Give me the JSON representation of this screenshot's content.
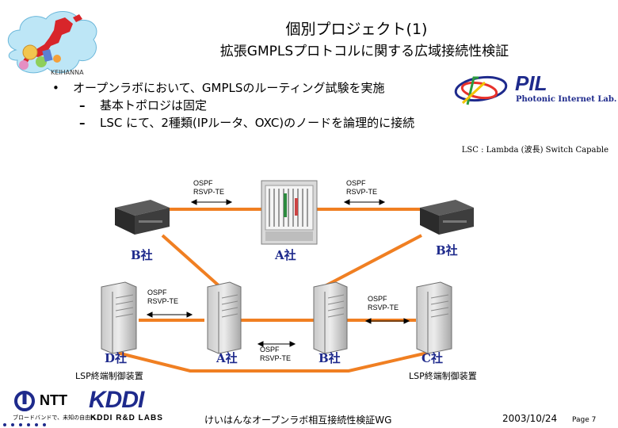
{
  "slide": {
    "title": "個別プロジェクト(1)",
    "subtitle": "拡張GMPLSプロトコルに関する広域接続性検証"
  },
  "bullets": [
    {
      "level": 1,
      "text": "オープンラボにおいて、GMPLSのルーティング試験を実施"
    },
    {
      "level": 2,
      "text": "基本トポロジは固定"
    },
    {
      "level": 2,
      "text": "LSC にて、2種類(IPルータ、OXC)のノードを論理的に接続"
    }
  ],
  "dash": "–",
  "note": "LSC : Lambda (波長) Switch Capable",
  "pil_logo": {
    "name": "PIL",
    "subtitle": "Photonic Internet Lab."
  },
  "diagram": {
    "link_color": "#f07f22",
    "company_color": "#1e2a8c",
    "protocol_labels": [
      {
        "line1": "OSPF",
        "line2": "RSVP-TE"
      },
      {
        "line1": "OSPF",
        "line2": "RSVP-TE"
      },
      {
        "line1": "OSPF",
        "line2": "RSVP-TE"
      },
      {
        "line1": "OSPF",
        "line2": "RSVP-TE"
      },
      {
        "line1": "OSPF",
        "line2": "RSVP-TE"
      }
    ],
    "company_labels": {
      "top_left": "B社",
      "top_center": "A社",
      "top_right": "B社",
      "bottom_d": "D社",
      "bottom_a": "A社",
      "bottom_b": "B社",
      "bottom_c": "C社"
    },
    "lsp_labels": {
      "left": "LSP終端制御装置",
      "right": "LSP終端制御装置"
    }
  },
  "footer": {
    "center": "けいはんなオープンラボ相互接続性検証WG",
    "date": "2003/10/24",
    "page": "Page 7"
  },
  "logos": {
    "ntt": "NTT",
    "ntt_tagline": "ブロードバンドで、未知の自由へ。",
    "kddi": "KDDI",
    "kddi_sub": "KDDI R&D LABS"
  }
}
